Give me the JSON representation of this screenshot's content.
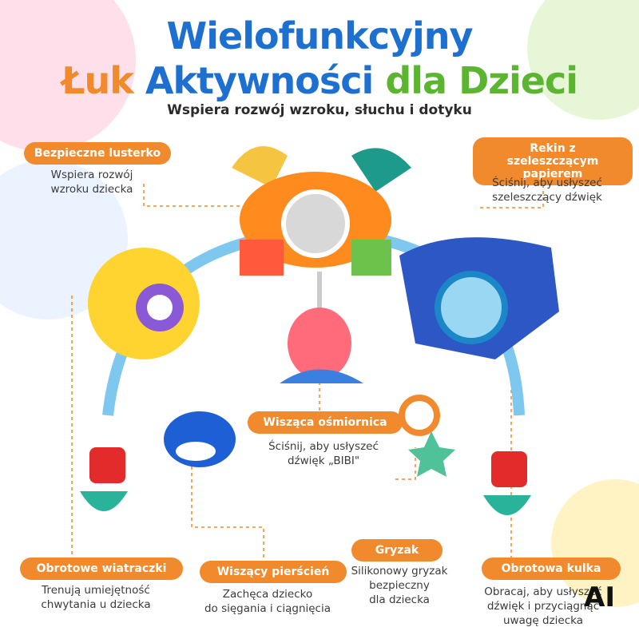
{
  "title_line1": "Wielofunkcyjny",
  "title_line2": {
    "part1": "Łuk",
    "part2": "Aktywności",
    "part3": "dla Dzieci"
  },
  "subtitle": "Wspiera rozwój wzroku, słuchu i dotyku",
  "features": [
    {
      "label": "Bezpieczne lusterko",
      "desc1": "Wspiera rozwój",
      "desc2": "wzroku dziecka",
      "desc3": ""
    },
    {
      "label": "Rekin z szeleszczącym papierem",
      "desc1": "Ściśnij, aby usłyszeć",
      "desc2": "szeleszczący dźwięk",
      "desc3": ""
    },
    {
      "label": "Wisząca ośmiornica",
      "desc1": "Ściśnij, aby usłyszeć",
      "desc2": "dźwięk „BIBI\"",
      "desc3": ""
    },
    {
      "label": "Gryzak",
      "desc1": "Silikonowy gryzak",
      "desc2": "bezpieczny",
      "desc3": "dla dziecka"
    },
    {
      "label": "Obrotowe wiatraczki",
      "desc1": "Trenują umiejętność",
      "desc2": "chwytania u dziecka",
      "desc3": ""
    },
    {
      "label": "Wiszący pierścień",
      "desc1": "Zachęca dziecko",
      "desc2": "do sięgania i ciągnięcia",
      "desc3": ""
    },
    {
      "label": "Obrotowa kulka",
      "desc1": "Obracaj, aby usłyszeć",
      "desc2": "dźwięk i przyciągnąć",
      "desc3": "uwagę dziecka"
    }
  ],
  "badge": "AI",
  "colors": {
    "accent": "#f08a2c",
    "blue": "#1d6fd0",
    "green": "#5cb531"
  }
}
